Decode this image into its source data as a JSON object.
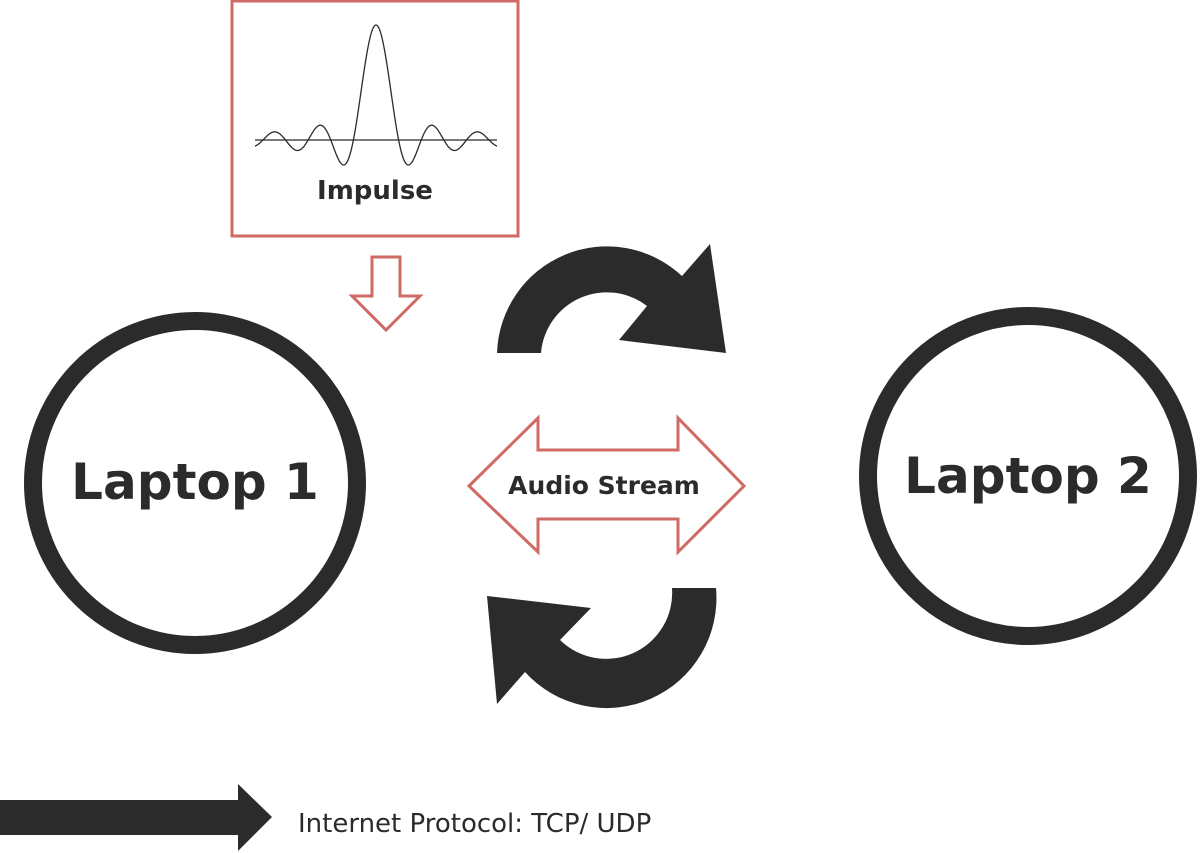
{
  "colors": {
    "dark": "#2b2b2b",
    "accent": "#d06a64",
    "background": "#ffffff"
  },
  "impulse": {
    "label": "Impulse",
    "icon": "sinc-waveform-icon"
  },
  "nodes": [
    {
      "label": "Laptop 1"
    },
    {
      "label": "Laptop 2"
    }
  ],
  "connection": {
    "label": "Audio Stream",
    "icon": "double-headed-arrow-icon",
    "cycle_icons": [
      "clockwise-arrow-icon",
      "counterclockwise-arrow-icon"
    ]
  },
  "legend": {
    "label": "Internet Protocol: TCP/ UDP",
    "icon": "right-arrow-icon"
  }
}
